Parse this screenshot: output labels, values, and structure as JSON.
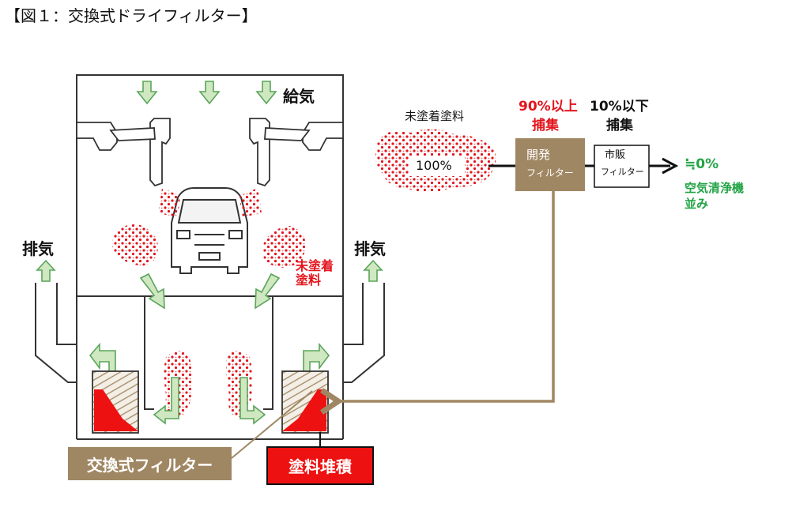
{
  "title": "【図１：交換式ドライフィルター】",
  "booth": {
    "supply_label": "給気",
    "exhaust_left_label": "排気",
    "exhaust_right_label": "排気",
    "overspray_label_line1": "未塗着",
    "overspray_label_line2": "塗料",
    "filter_label": "交換式フィルター",
    "paint_accum_label": "塗料堆積"
  },
  "flow": {
    "source_label": "未塗着塗料",
    "source_pct": "100%",
    "dev_capture_line1": "90%以上",
    "dev_capture_line2": "捕集",
    "dev_filter_line1": "開発",
    "dev_filter_line2": "フィルター",
    "com_capture_line1": "10%以下",
    "com_capture_line2": "捕集",
    "com_filter_line1": "市販",
    "com_filter_line2": "フィルター",
    "result_value": "≒0%",
    "result_line1": "空気清浄機",
    "result_line2": "並み"
  },
  "colors": {
    "arrow_green": "#cfe8c1",
    "arrow_green_stroke": "#5aa55a",
    "paint_red": "#e3141c",
    "filter_tan": "#a08763",
    "accum_red": "#ee1111"
  }
}
